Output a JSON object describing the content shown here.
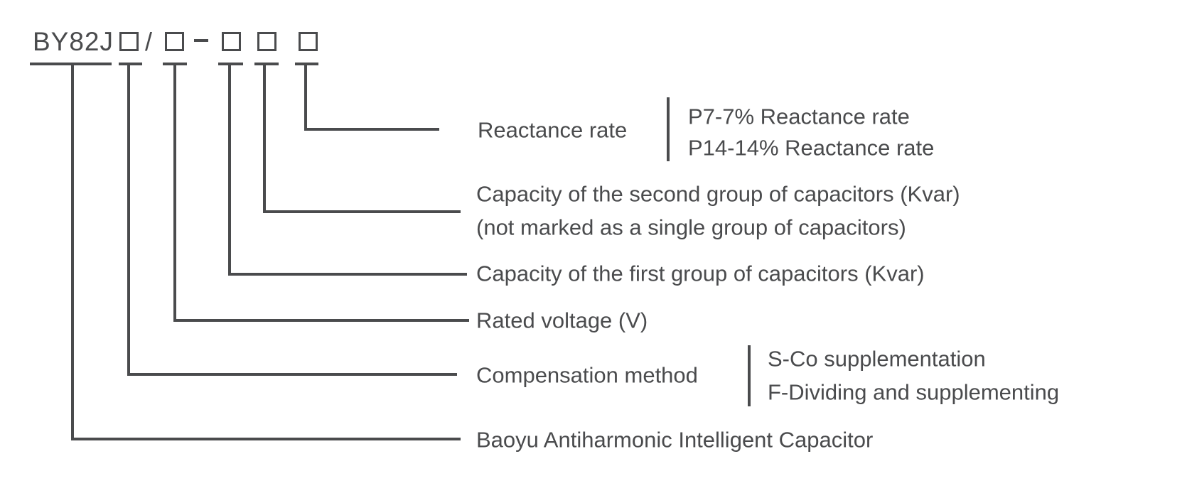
{
  "colors": {
    "ink": "#4a4b4d",
    "background": "#ffffff"
  },
  "model": {
    "prefix": "BY82J",
    "slash": "/",
    "digit_boxes": 5
  },
  "branches": {
    "reactance": {
      "label": "Reactance rate",
      "options": [
        "P7-7% Reactance rate",
        "P14-14% Reactance rate"
      ]
    },
    "capacity_second_group": {
      "label": "Capacity of the second group of capacitors (Kvar)",
      "note": "(not marked as a single group of capacitors)"
    },
    "capacity_first_group": {
      "label": "Capacity of the first group of capacitors (Kvar)"
    },
    "rated_voltage": {
      "label": "Rated voltage (V)"
    },
    "compensation_method": {
      "label": "Compensation method",
      "options": [
        "S-Co supplementation",
        "F-Dividing and supplementing"
      ]
    },
    "product": {
      "label": "Baoyu Antiharmonic Intelligent Capacitor"
    }
  }
}
